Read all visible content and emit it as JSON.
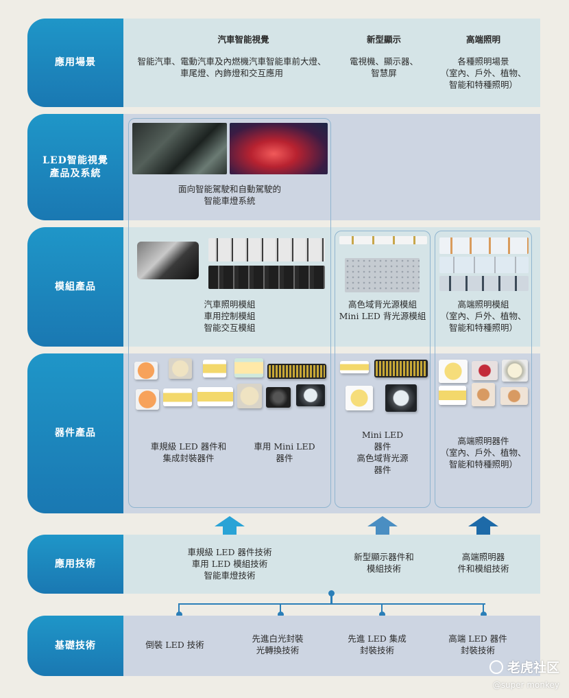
{
  "rows": {
    "application": "應用場景",
    "led_system": "LED智能視覺\n產品及系統",
    "module": "模組產品",
    "device": "器件產品",
    "app_tech": "應用技術",
    "base_tech": "基礎技術"
  },
  "scenes": {
    "auto": {
      "title": "汽車智能視覺",
      "desc": "智能汽車、電動汽車及內燃機汽車智能車前大燈、\n車尾燈、內飾燈和交互應用"
    },
    "display": {
      "title": "新型顯示",
      "desc": "電視機、顯示器、\n智慧屏"
    },
    "lighting": {
      "title": "高端照明",
      "desc": "各種照明場景\n（室內、戶外、植物、\n智能和特種照明）"
    }
  },
  "system_caption": "面向智能駕駛和自動駕駛的\n智能車燈系統",
  "modules": {
    "auto": "汽車照明模組\n車用控制模組\n智能交互模組",
    "display": "高色域背光源模組\nMini LED 背光源模組",
    "lighting": "高端照明模組\n（室內、戶外、植物、\n智能和特種照明）"
  },
  "devices": {
    "auto_a": "車規級 LED 器件和\n集成封裝器件",
    "auto_b": "車用 Mini LED\n器件",
    "display": "Mini LED\n器件\n高色域背光源\n器件",
    "lighting": "高端照明器件\n（室內、戶外、植物、\n智能和特種照明）"
  },
  "app_tech": {
    "auto": "車規級 LED 器件技術\n車用 LED 模組技術\n智能車燈技術",
    "display": "新型顯示器件和\n模組技術",
    "lighting": "高端照明器\n件和模組技術"
  },
  "base_tech": {
    "t1": "倒裝 LED 技術",
    "t2": "先進白光封裝\n光轉換技術",
    "t3": "先進 LED 集成\n封裝技術",
    "t4": "高端 LED 器件\n封裝技術"
  },
  "watermark": {
    "brand": "老虎社区",
    "handle": "@super monkey"
  },
  "colors": {
    "label_blue": "#1a78b2",
    "arrow1": "#29a3d6",
    "arrow2": "#4a8ec2",
    "arrow3": "#1d6aa8",
    "connector": "#2b7fb8"
  }
}
